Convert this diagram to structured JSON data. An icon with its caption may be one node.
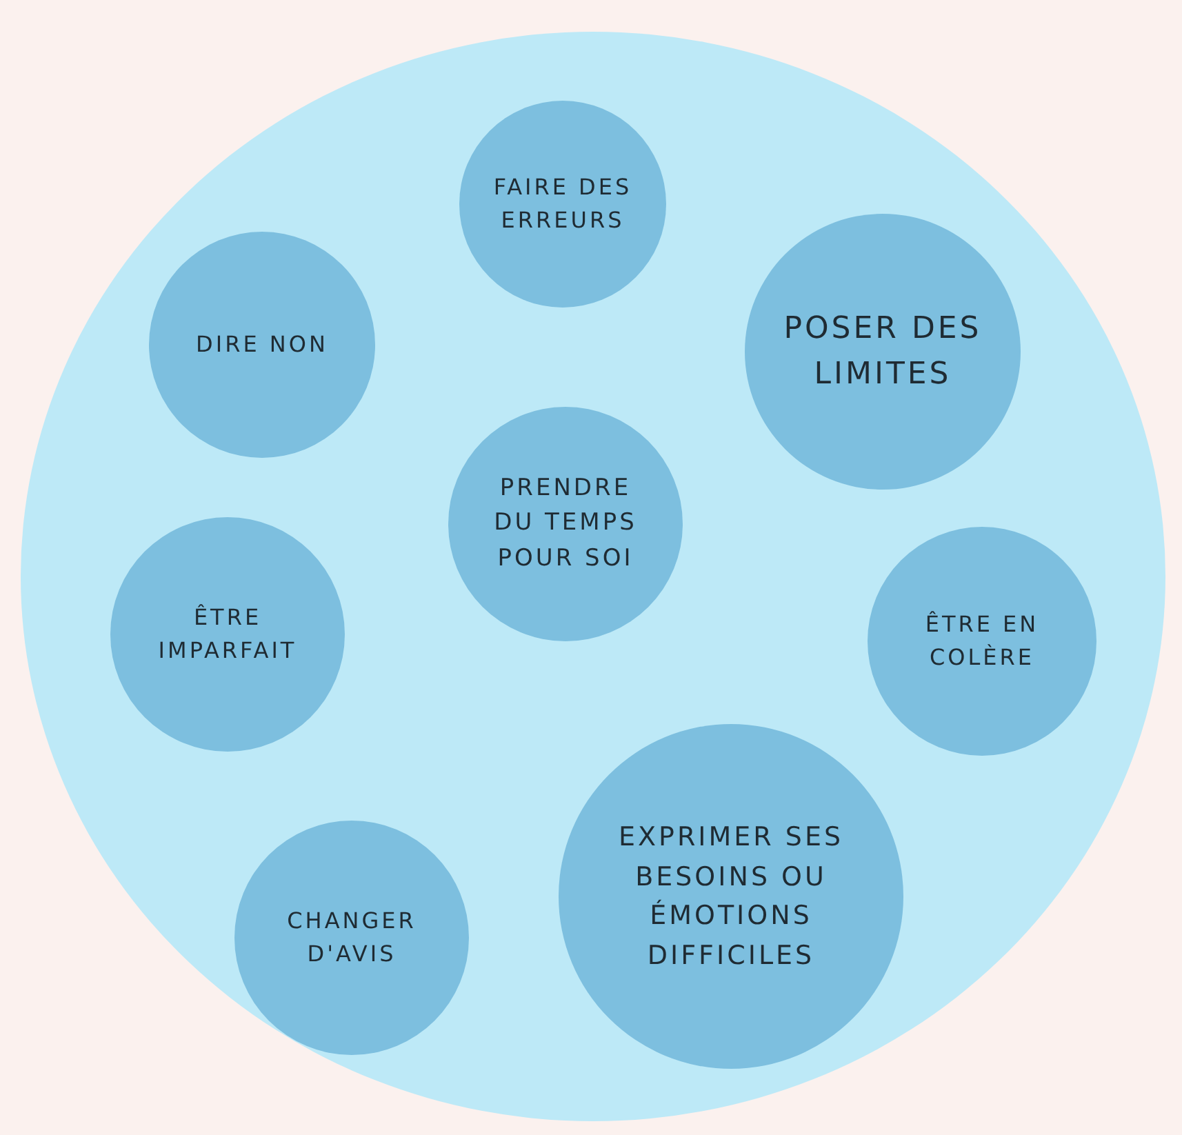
{
  "diagram": {
    "nodes": [
      {
        "text": [],
        "shape": "circle"
      },
      {
        "text": [
          "FAIRE DES ERREURS"
        ],
        "in": 0
      },
      {
        "text": [
          "DIRE NON"
        ],
        "in": 0
      },
      {
        "text": [
          "POSER DES LIMITES"
        ],
        "in": 0
      },
      {
        "text": [
          "PRENDRE DU TEMPS POUR SOI"
        ],
        "in": 0
      },
      {
        "text": [
          "ÊTRE IMPARFAIT"
        ],
        "in": 0
      },
      {
        "text": [
          "ÊTRE EN COLÈRE"
        ],
        "in": 0
      },
      {
        "text": [
          "EXPRIMER SES BESOINS OU ÉMOTIONS DIFFICILES"
        ],
        "in": 0
      },
      {
        "text": [
          "CHANGER D'AVIS"
        ],
        "in": 0
      }
    ]
  }
}
